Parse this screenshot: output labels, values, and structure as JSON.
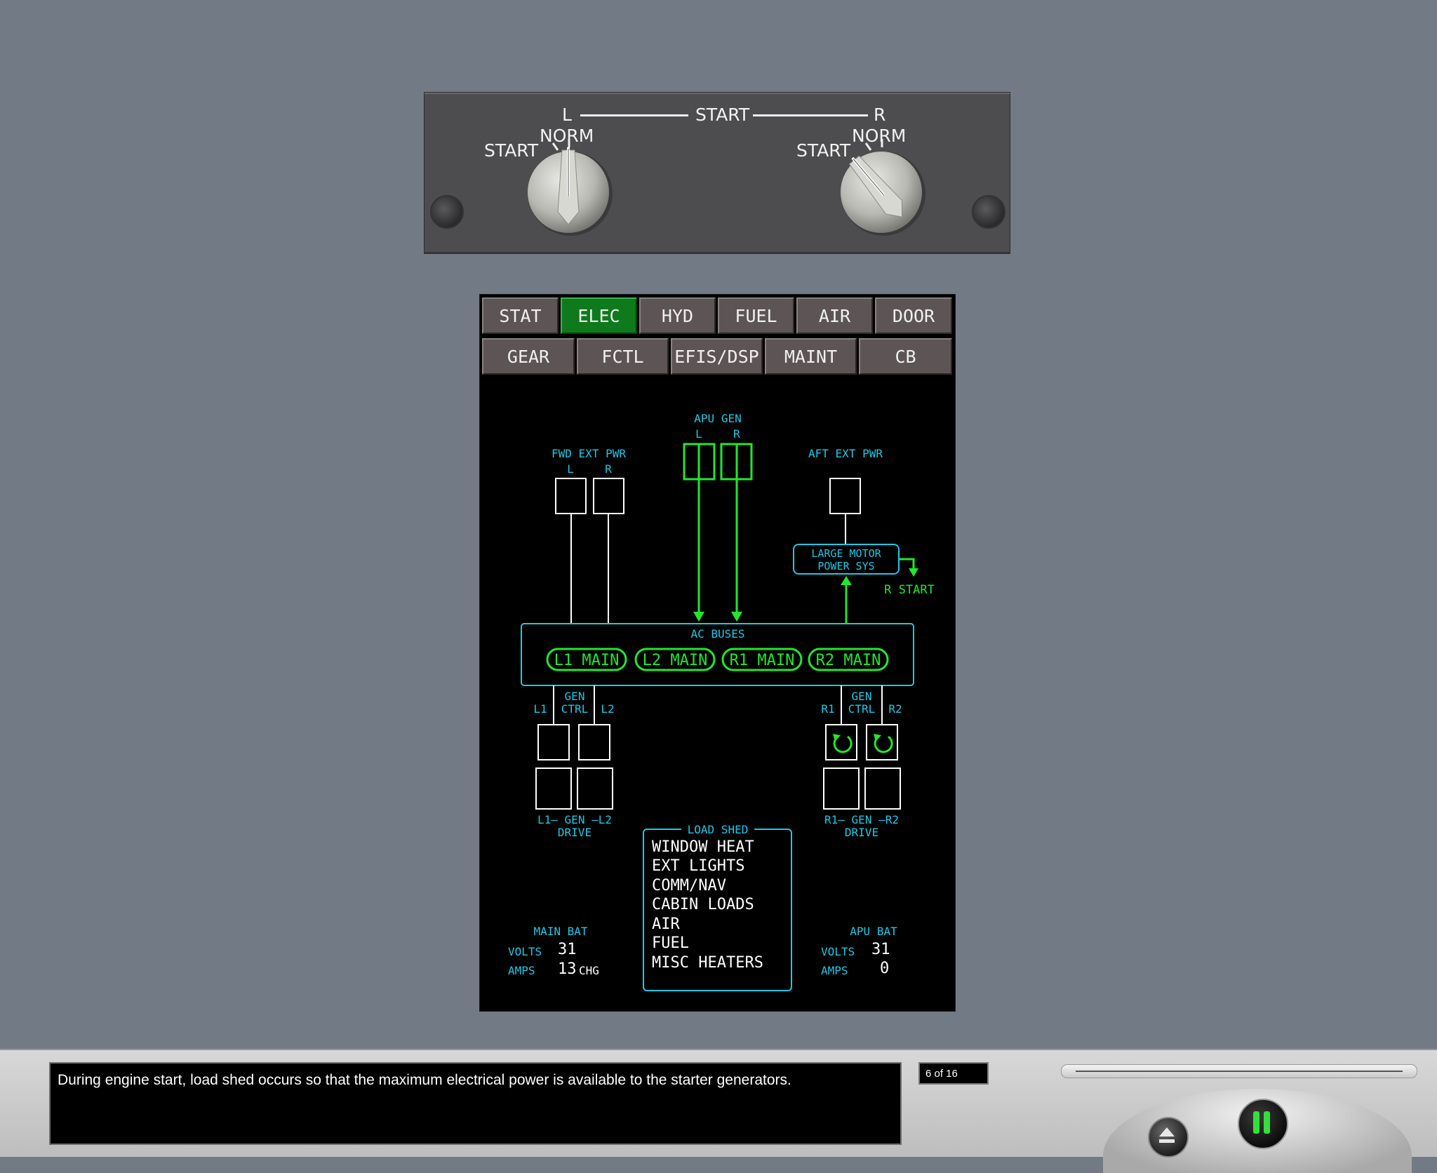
{
  "start_panel": {
    "title": "START",
    "left": {
      "side_label": "L",
      "norm_label": "NORM",
      "start_label": "START"
    },
    "right": {
      "side_label": "R",
      "norm_label": "NORM",
      "start_label": "START"
    }
  },
  "tabs_row1": [
    "STAT",
    "ELEC",
    "HYD",
    "FUEL",
    "AIR",
    "DOOR"
  ],
  "tabs_row2": [
    "GEAR",
    "FCTL",
    "EFIS/DSP",
    "MAINT",
    "CB"
  ],
  "active_tab": "ELEC",
  "synoptic": {
    "fwd_ext_pwr": "FWD EXT PWR",
    "fwd_l": "L",
    "fwd_r": "R",
    "apu_gen": "APU GEN",
    "apu_l": "L",
    "apu_r": "R",
    "aft_ext_pwr": "AFT EXT PWR",
    "large_motor_1": "LARGE MOTOR",
    "large_motor_2": "POWER SYS",
    "r_start": "R START",
    "ac_buses": "AC BUSES",
    "buses": [
      "L1 MAIN",
      "L2 MAIN",
      "R1 MAIN",
      "R2 MAIN"
    ],
    "left_gen": {
      "l1": "L1",
      "gen": "GEN",
      "ctrl": "CTRL",
      "l2": "L2",
      "drive_line": "L1— GEN —L2",
      "drive": "DRIVE"
    },
    "right_gen": {
      "r1": "R1",
      "gen": "GEN",
      "ctrl": "CTRL",
      "r2": "R2",
      "drive_line": "R1— GEN —R2",
      "drive": "DRIVE"
    },
    "load_shed": {
      "title": "LOAD SHED",
      "items": [
        "WINDOW HEAT",
        "EXT LIGHTS",
        "COMM/NAV",
        "CABIN LOADS",
        "AIR",
        "FUEL",
        "MISC HEATERS"
      ]
    },
    "main_bat": {
      "title": "MAIN BAT",
      "volts_label": "VOLTS",
      "volts": "31",
      "amps_label": "AMPS",
      "amps": "13",
      "amps_suffix": "CHG"
    },
    "apu_bat": {
      "title": "APU BAT",
      "volts_label": "VOLTS",
      "volts": "31",
      "amps_label": "AMPS",
      "amps": "0"
    }
  },
  "caption": "During engine start, load shed occurs so that the maximum electrical power is available to the starter generators.",
  "page_counter": "6 of 16",
  "colors": {
    "cyan": "#1ec8e6",
    "green": "#22e62e",
    "white": "#ffffff",
    "tab_active": "#0f7a1c"
  },
  "icons": {
    "eject": "eject-icon",
    "pause": "pause-icon"
  }
}
